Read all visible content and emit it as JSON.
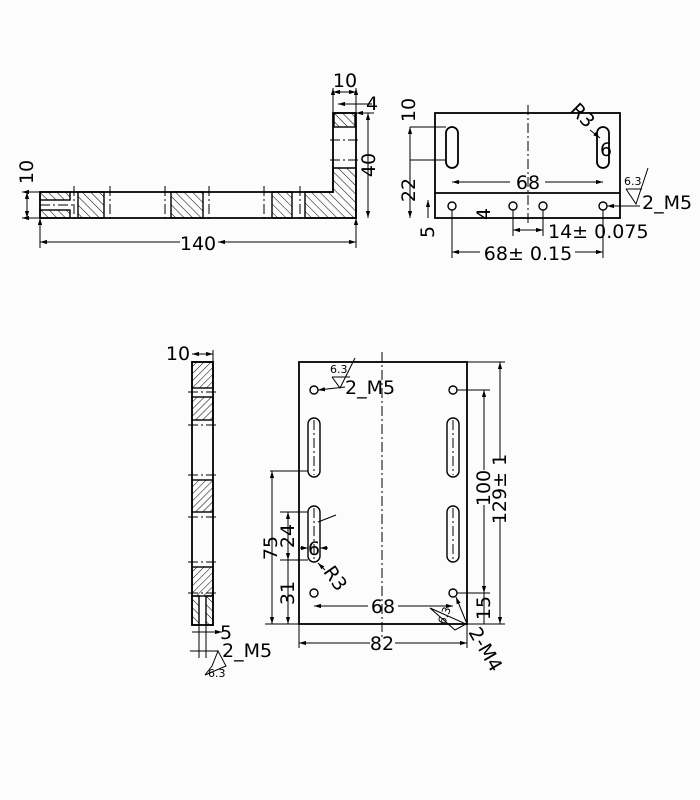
{
  "drawing": {
    "front_view": {
      "dim_thickness": "10",
      "dim_length": "140",
      "dim_leg_width": "10",
      "dim_hole_offset": "4",
      "dim_leg_height": "40"
    },
    "top_view": {
      "dim_slot_top": "10",
      "dim_slot_length": "22",
      "dim_hole_edge": "5",
      "dim_slot_spacing": "68",
      "dim_radius": "R3",
      "dim_slot_width": "6",
      "roughness": "6.3",
      "thread_note": "2_M5",
      "dim_hole_pitch": "14± 0.075",
      "dim_hole_spacing": "68± 0.15",
      "dim_small": "4"
    },
    "side_view": {
      "dim_thickness": "10",
      "dim_depth": "5",
      "thread_note": "2_M5",
      "roughness": "6.3"
    },
    "plate_view": {
      "roughness_top": "6.3",
      "thread_note_top": "2_M5",
      "dim_75": "75",
      "dim_24": "24",
      "dim_6": "6",
      "dim_r3": "R3",
      "dim_31": "31",
      "dim_68": "68",
      "dim_15": "15",
      "dim_100": "100",
      "dim_129": "129± 1",
      "dim_82": "82",
      "thread_note_bottom": "2-M4",
      "roughness_bottom": "6.3"
    }
  }
}
